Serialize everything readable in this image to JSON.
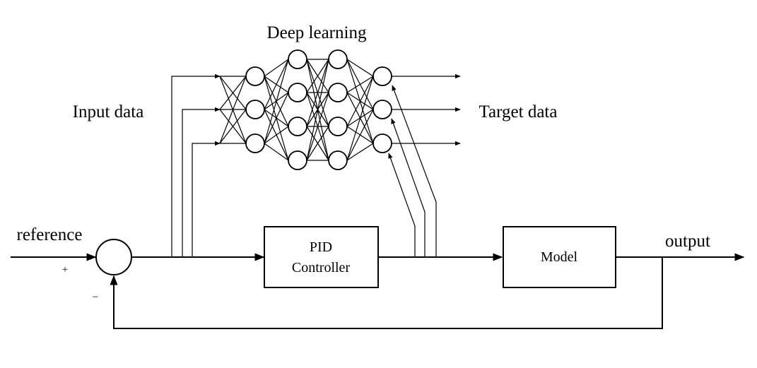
{
  "labels": {
    "deep_learning": "Deep learning",
    "input_data": "Input data",
    "target_data": "Target data",
    "reference": "reference",
    "output": "output",
    "plus": "+",
    "minus": "−"
  },
  "blocks": {
    "pid_line1": "PID",
    "pid_line2": "Controller",
    "model": "Model"
  },
  "network": {
    "layers": [
      3,
      4,
      4,
      3
    ]
  }
}
